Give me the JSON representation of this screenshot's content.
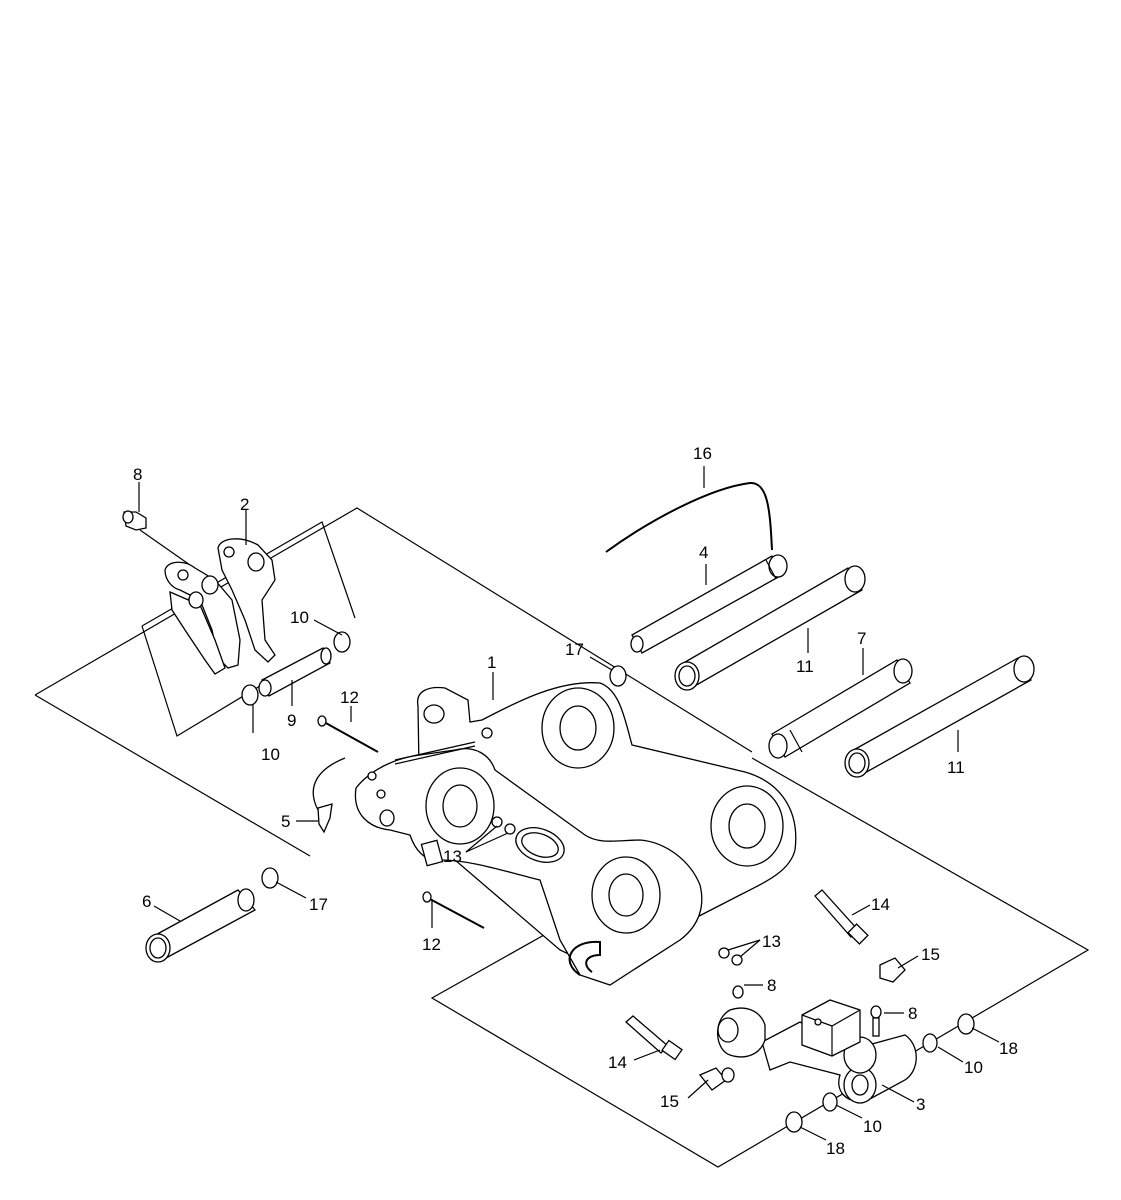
{
  "callouts": {
    "c1": "1",
    "c2": "2",
    "c3": "3",
    "c4": "4",
    "c5": "5",
    "c6": "6",
    "c7": "7",
    "c8a": "8",
    "c8b": "8",
    "c8c": "8",
    "c9": "9",
    "c10a": "10",
    "c10b": "10",
    "c10c": "10",
    "c10d": "10",
    "c11a": "11",
    "c11b": "11",
    "c12a": "12",
    "c12b": "12",
    "c13a": "13",
    "c13b": "13",
    "c14a": "14",
    "c14b": "14",
    "c15a": "15",
    "c15b": "15",
    "c16": "16",
    "c17a": "17",
    "c17b": "17",
    "c18a": "18",
    "c18b": "18"
  }
}
